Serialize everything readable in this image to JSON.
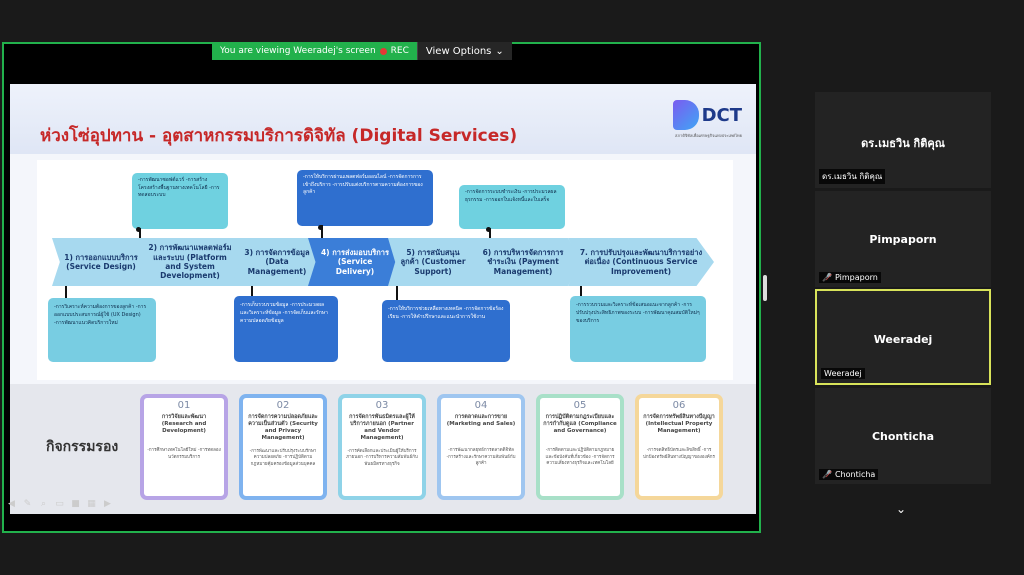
{
  "banner": {
    "viewing_text": "You are viewing  Weeradej's screen",
    "rec_label": "REC",
    "view_options_label": "View Options"
  },
  "slide": {
    "title": "ห่วงโซ่อุปทาน - อุตสาหกรรมบริการดิจิทัล (Digital Services)",
    "logo_text": "DCT",
    "logo_sub": "สภาดิจิทัลเพื่อเศรษฐกิจแห่งประเทศไทย",
    "chain": [
      {
        "label": "1) การออกแบบบริการ (Service Design)"
      },
      {
        "label": "2) การพัฒนาแพลตฟอร์มและระบบ (Platform and System Development)"
      },
      {
        "label": "3) การจัดการข้อมูล (Data Management)"
      },
      {
        "label": "4) การส่งมอบบริการ (Service Delivery)"
      },
      {
        "label": "5) การสนับสนุนลูกค้า (Customer Support)"
      },
      {
        "label": "6) การบริหารจัดการการชำระเงิน (Payment Management)"
      },
      {
        "label": "7. การปรับปรุงและพัฒนาบริการอย่างต่อเนื่อง (Continuous Service Improvement)"
      }
    ],
    "top_boxes": [
      {
        "items": "-การพัฒนาซอฟต์แวร์ -การสร้างโครงสร้างพื้นฐานทางเทคโนโลยี -การทดสอบระบบ"
      },
      {
        "items": "-การให้บริการผ่านแพลตฟอร์มออนไลน์ -การจัดการการเข้าถึงบริการ -การปรับแต่งบริการตามความต้องการของลูกค้า"
      },
      {
        "items": "-การจัดการระบบชำระเงิน -การประมวลผลธุรกรรม -การออกใบแจ้งหนี้และใบเสร็จ"
      }
    ],
    "bottom_boxes": [
      {
        "items": "-การวิเคราะห์ความต้องการของลูกค้า -การออกแบบประสบการณ์ผู้ใช้ (UX Design) -การพัฒนาแนวคิดบริการใหม่"
      },
      {
        "items": "-การเก็บรวบรวมข้อมูล -การประมวลผลและวิเคราะห์ข้อมูล -การจัดเก็บและรักษาความปลอดภัยข้อมูล"
      },
      {
        "items": "-การให้บริการช่วยเหลือทางเทคนิค -การจัดการข้อร้องเรียน -การให้คำปรึกษาและแนะนำการใช้งาน"
      },
      {
        "items": "-การรวบรวมและวิเคราะห์ข้อเสนอแนะจากลูกค้า -การปรับปรุงประสิทธิภาพของระบบ -การพัฒนาคุณสมบัติใหม่ๆ ของบริการ"
      }
    ],
    "support_label": "กิจกรรมรอง",
    "support": [
      {
        "num": "01",
        "title": "การวิจัยและพัฒนา (Research and Development)",
        "items": "-การศึกษาเทคโนโลยีใหม่ -การทดลองนวัตกรรมบริการ",
        "color": "#b7a4e6"
      },
      {
        "num": "02",
        "title": "การจัดการความปลอดภัยและความเป็นส่วนตัว (Security and Privacy Management)",
        "items": "-การพัฒนาและปรับปรุงระบบรักษาความปลอดภัย -การปฏิบัติตามกฎหมายคุ้มครองข้อมูลส่วนบุคคล",
        "color": "#7fb3ef"
      },
      {
        "num": "03",
        "title": "การจัดการพันธมิตรและผู้ให้บริการภายนอก (Partner and Vendor Management)",
        "items": "-การคัดเลือกและประเมินผู้ให้บริการภายนอก -การบริหารความสัมพันธ์กับพันธมิตรทางธุรกิจ",
        "color": "#8fd3e8"
      },
      {
        "num": "04",
        "title": "การตลาดและการขาย (Marketing and Sales)",
        "items": "-การพัฒนากลยุทธ์การตลาดดิจิทัล -การสร้างและรักษาความสัมพันธ์กับลูกค้า",
        "color": "#9fc6f0"
      },
      {
        "num": "05",
        "title": "การปฏิบัติตามกฎระเบียบและการกำกับดูแล (Compliance and Governance)",
        "items": "-การติดตามและปฏิบัติตามกฎหมายและข้อบังคับที่เกี่ยวข้อง -การจัดการความเสี่ยงทางธุรกิจและเทคโนโลยี",
        "color": "#a8e0c8"
      },
      {
        "num": "06",
        "title": "การจัดการทรัพย์สินทางปัญญา (Intellectual Property Management)",
        "items": "-การจดสิทธิบัตรและลิขสิทธิ์ -การปกป้องทรัพย์สินทางปัญญาขององค์กร",
        "color": "#f5d79a"
      }
    ]
  },
  "participants": [
    {
      "center_name": "ดร.เมธวิน กิติคุณ",
      "label": "ดร.เมธวิน กิติคุณ",
      "muted": false
    },
    {
      "center_name": "Pimpaporn",
      "label": "Pimpaporn",
      "muted": true
    },
    {
      "center_name": "Weeradej",
      "label": "Weeradej",
      "muted": false
    },
    {
      "center_name": "Chonticha",
      "label": "Chonticha",
      "muted": true
    }
  ],
  "icons": {
    "rec": "record-icon",
    "mic_off": "mic-off-icon",
    "chevron": "chevron-down-icon"
  }
}
